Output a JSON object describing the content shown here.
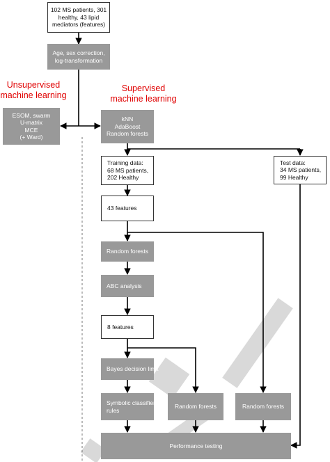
{
  "colors": {
    "accent": "#e00000",
    "box_gray": "#999999",
    "line": "#000000",
    "watermark": "#d9d9d9"
  },
  "headings": {
    "unsupervised": [
      "Unsupervised",
      "machine learning"
    ],
    "supervised": [
      "Supervised",
      "machine learning"
    ]
  },
  "boxes": {
    "input": [
      "102 MS patients, 301",
      "healthy, 43 lipid",
      "mediators (features)"
    ],
    "preprocessing": [
      "Age, sex correction,",
      "log-transformation"
    ],
    "unsupervised_methods": [
      "ESOM, swarm",
      "U-matrix",
      "MCE",
      "(+ Ward)"
    ],
    "supervised_methods": [
      "kNN",
      "AdaBoost",
      "Random forests"
    ],
    "training_data": [
      "Training data:",
      "68 MS patients,",
      "202 Healthy"
    ],
    "test_data": [
      "Test data:",
      "34 MS patients,",
      "99 Healthy"
    ],
    "features_43": [
      "43 features"
    ],
    "random_forests_1": [
      "Random forests"
    ],
    "abc_analysis": [
      "ABC analysis"
    ],
    "features_8": [
      "8 features"
    ],
    "bayes_limit": [
      "Bayes decision limit"
    ],
    "symbolic_rules": [
      "Symbolic classifier",
      "rules"
    ],
    "random_forests_2": [
      "Random forests"
    ],
    "random_forests_3": [
      "Random forests"
    ],
    "performance": [
      "Performance testing"
    ]
  }
}
